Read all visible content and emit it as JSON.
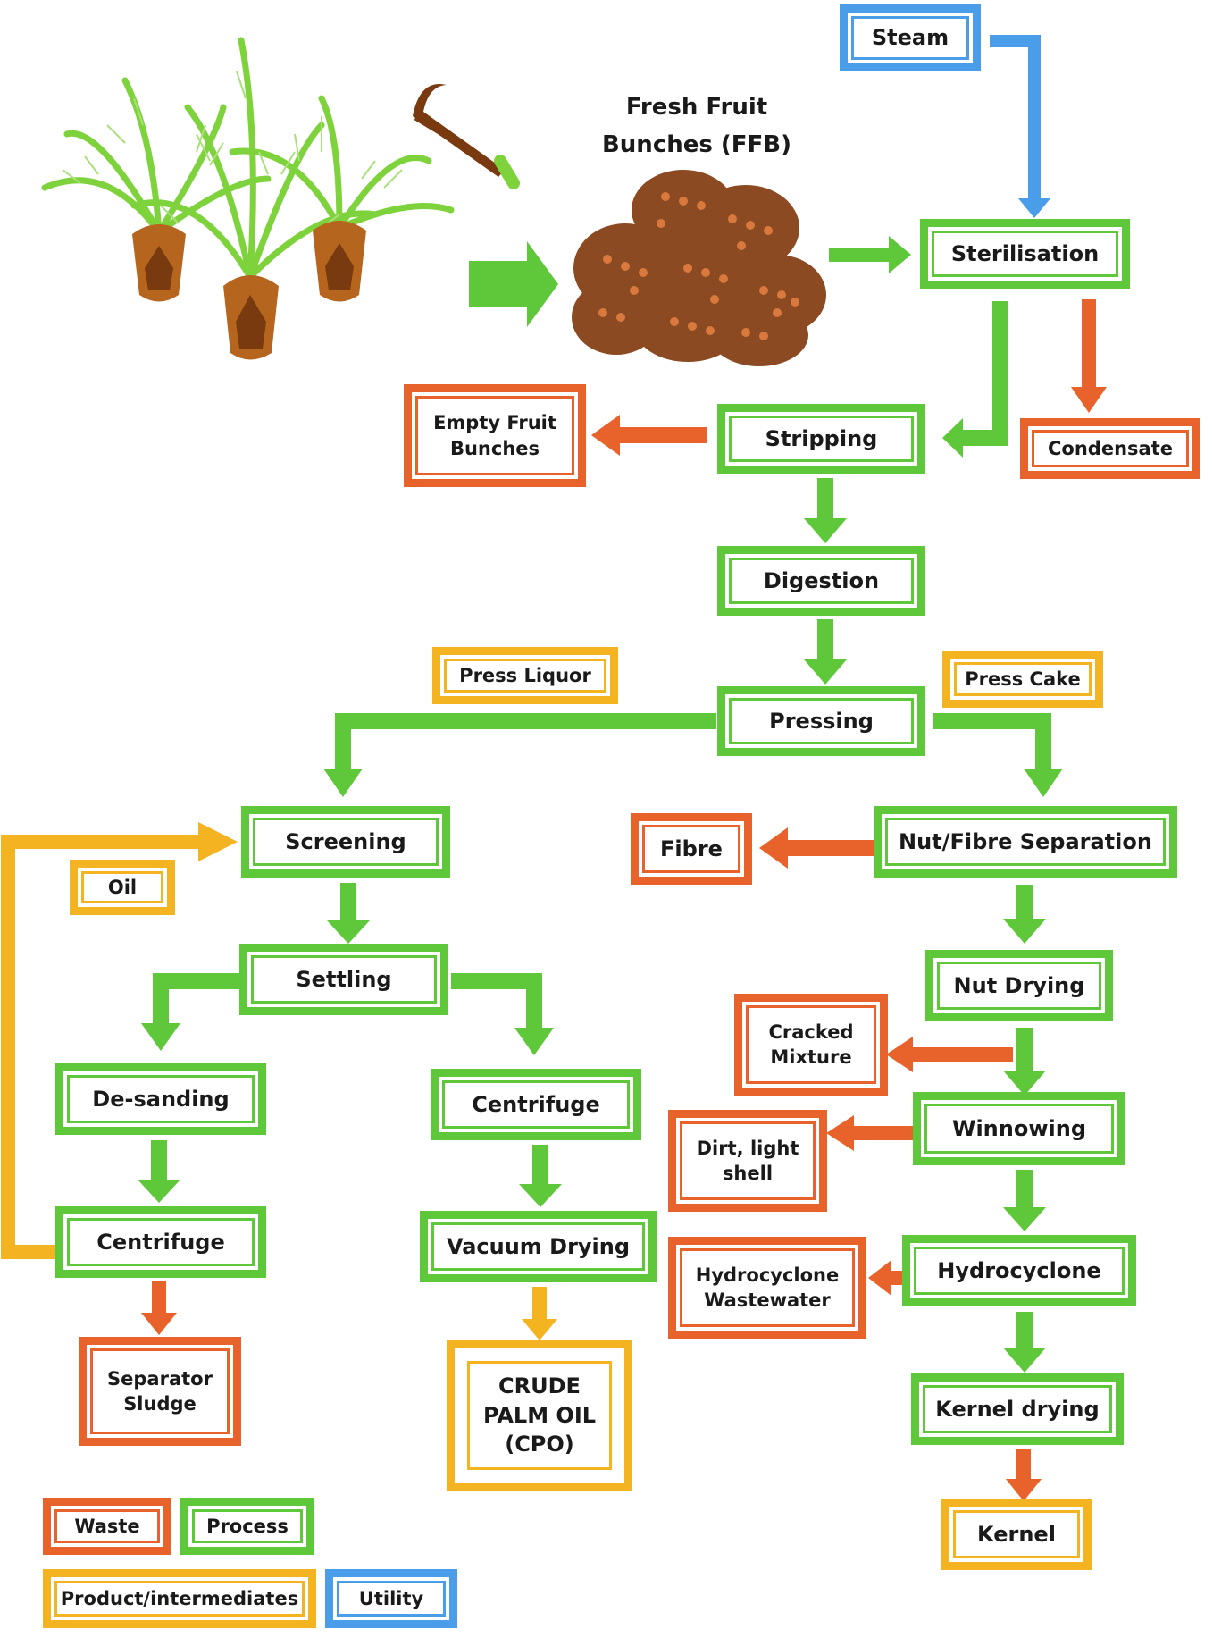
{
  "colors": {
    "process": "#5fc83a",
    "waste": "#e8632b",
    "product": "#f4b320",
    "utility": "#4a9de8"
  },
  "icons": [
    "oil-palm-trees-icon",
    "harvesting-sickle-icon",
    "fresh-fruit-bunches-icon"
  ],
  "ffb_label": "Fresh Fruit\nBunches (FFB)",
  "nodes": {
    "steam": "Steam",
    "sterilisation": "Sterilisation",
    "stripping": "Stripping",
    "condensate": "Condensate",
    "empty_fruit_bunches": "Empty Fruit\nBunches",
    "digestion": "Digestion",
    "press_liquor": "Press Liquor",
    "press_cake": "Press Cake",
    "pressing": "Pressing",
    "screening": "Screening",
    "oil": "Oil",
    "settling": "Settling",
    "de_sanding": "De-sanding",
    "centrifuge_left": "Centrifuge",
    "separator_sludge": "Separator\nSludge",
    "centrifuge_mid": "Centrifuge",
    "vacuum_drying": "Vacuum Drying",
    "cpo": "CRUDE\nPALM OIL\n(CPO)",
    "fibre": "Fibre",
    "nut_fibre_separation": "Nut/Fibre Separation",
    "nut_drying": "Nut Drying",
    "cracked_mixture": "Cracked\nMixture",
    "winnowing": "Winnowing",
    "dirt_light_shell": "Dirt, light\nshell",
    "hydrocyclone": "Hydrocyclone",
    "hydrocyclone_wastewater": "Hydrocyclone\nWastewater",
    "kernel_drying": "Kernel drying",
    "kernel": "Kernel"
  },
  "legend": {
    "waste": "Waste",
    "process": "Process",
    "product": "Product/intermediates",
    "utility": "Utility"
  }
}
